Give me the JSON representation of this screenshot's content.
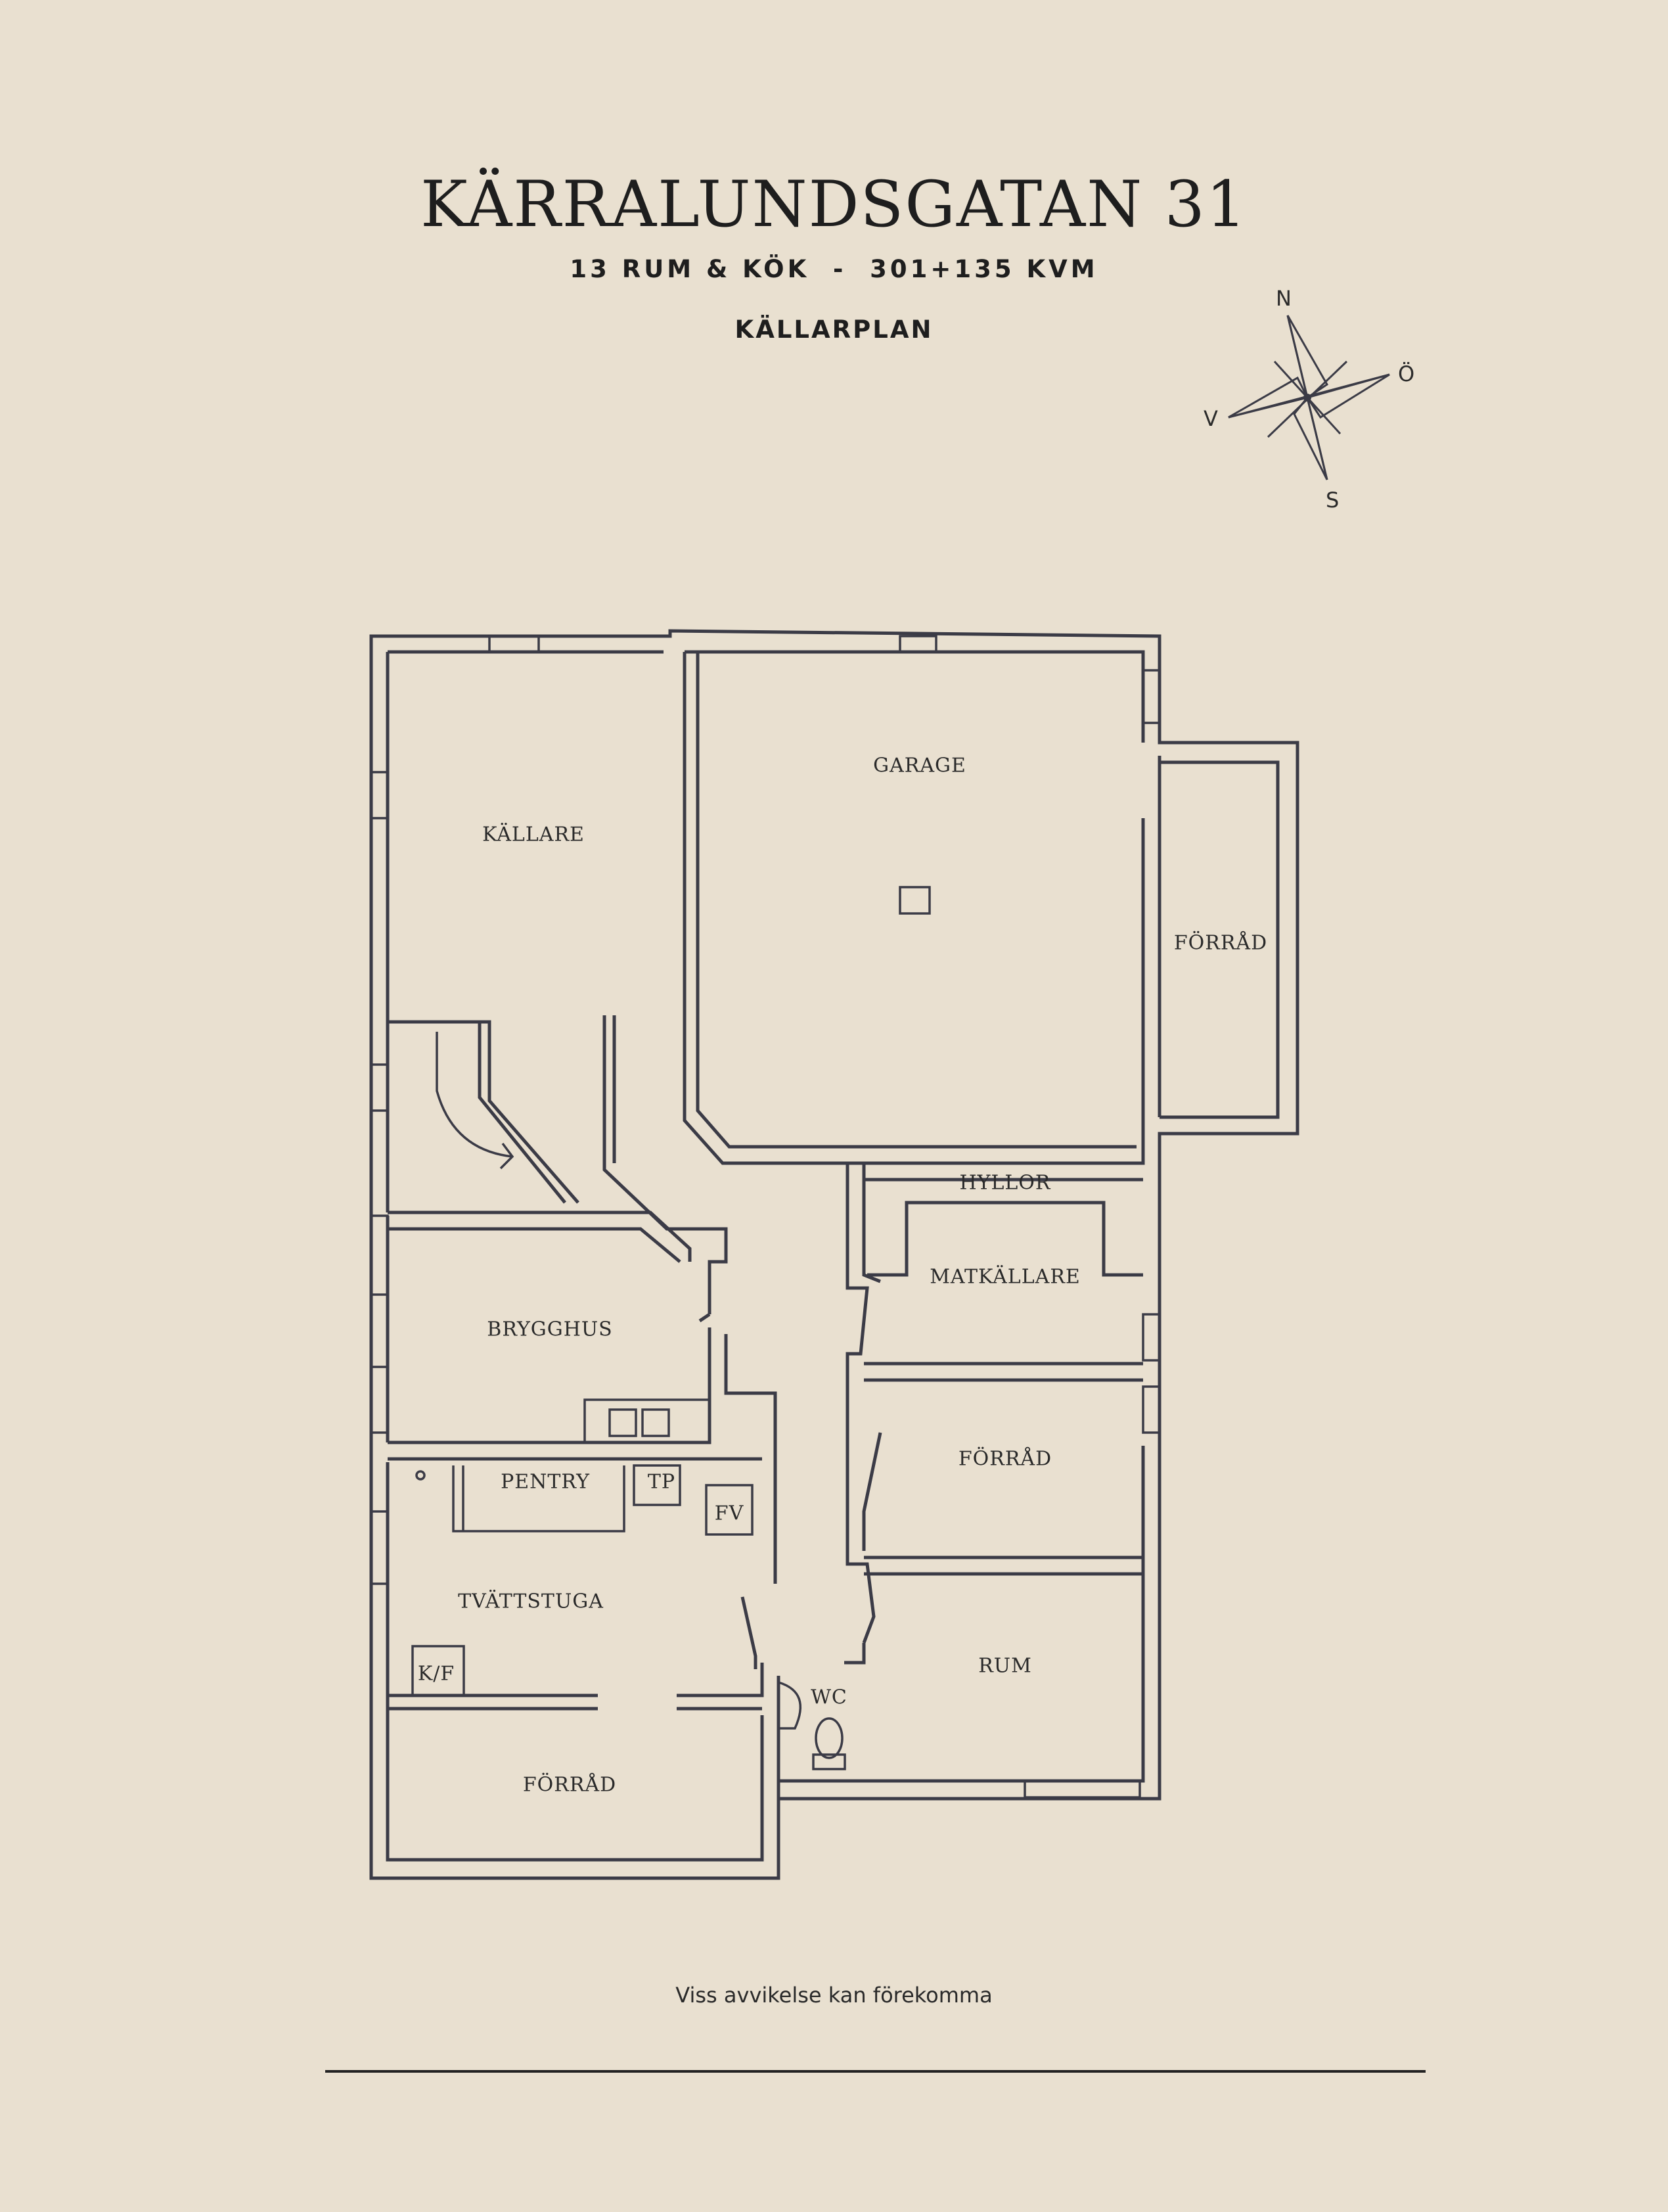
{
  "header": {
    "title": "KÄRRALUNDSGATAN 31",
    "subtitle": "13 RUM & KÖK  -  301+135 KVM",
    "level": "KÄLLARPLAN"
  },
  "compass": {
    "north": "N",
    "east": "Ö",
    "south": "S",
    "west": "V"
  },
  "rooms": {
    "kallare": "KÄLLARE",
    "garage": "GARAGE",
    "forrad_garage": "FÖRRÅD",
    "hyllor": "HYLLOR",
    "matkallare": "MATKÄLLARE",
    "brygghus": "BRYGGHUS",
    "pentry": "PENTRY",
    "tp": "TP",
    "fv": "FV",
    "forrad_mid": "FÖRRÅD",
    "tvattstuga": "TVÄTTSTUGA",
    "kf": "K/F",
    "wc": "WC",
    "rum": "RUM",
    "forrad_bottom": "FÖRRÅD"
  },
  "footer": {
    "disclaimer": "Viss avvikelse kan förekomma"
  }
}
